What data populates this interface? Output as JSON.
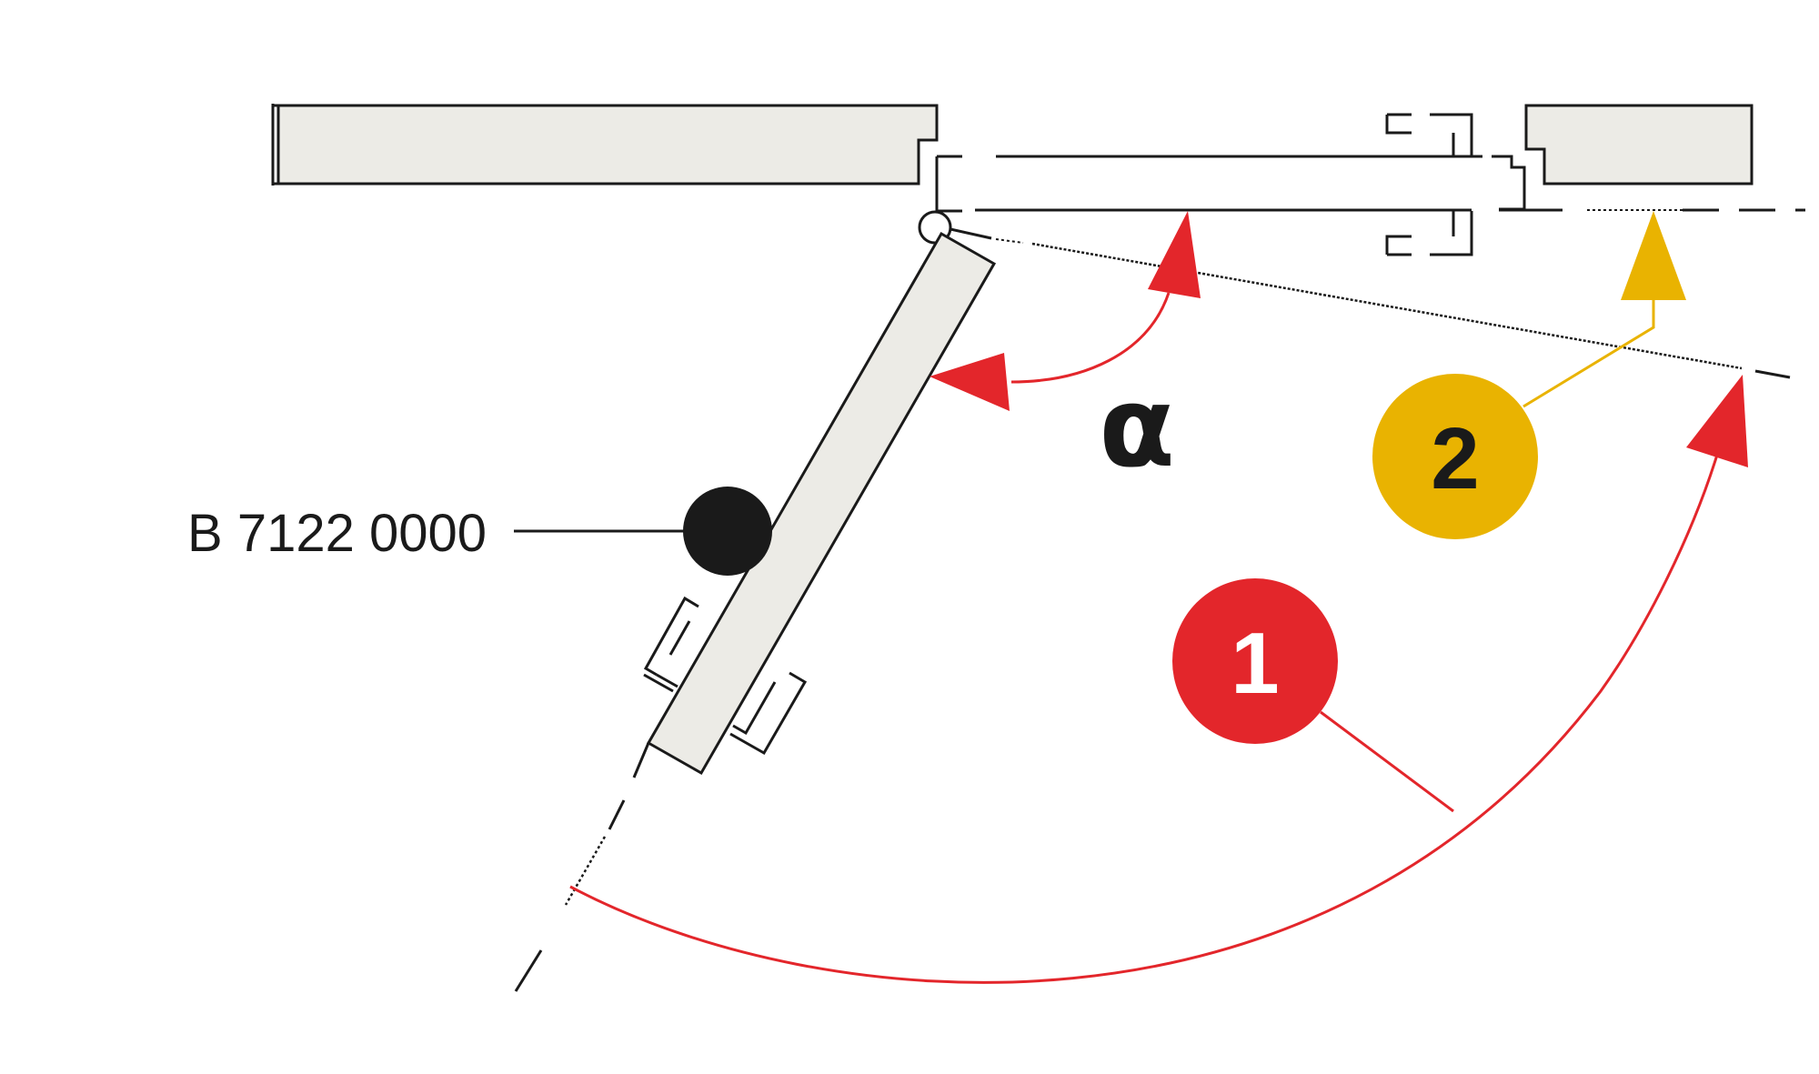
{
  "diagram": {
    "part_number": "B 7122 0000",
    "angle_symbol": "α",
    "markers": [
      {
        "label": "1",
        "color": "#e3262b",
        "text_color": "#ffffff"
      },
      {
        "label": "2",
        "color": "#e9b301",
        "text_color": "#1a1a1a"
      }
    ],
    "colors": {
      "line": "#1a1a1a",
      "panel_fill": "#ecebe6",
      "angle_arrow": "#e3262b",
      "marker_2_arrow": "#e9b301",
      "part_dot": "#1a1a1a"
    }
  }
}
